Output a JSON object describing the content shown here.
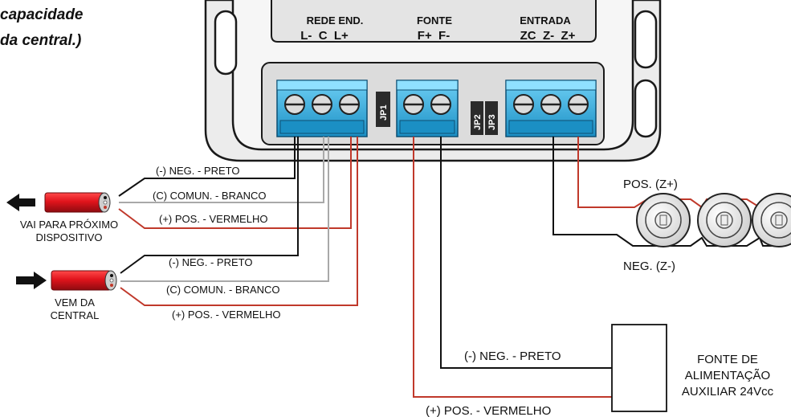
{
  "note": {
    "line1": "capacidade",
    "line2": "da central.)"
  },
  "panel": {
    "groups": [
      {
        "header": "REDE END.",
        "terminals": "L-  C  L+"
      },
      {
        "header": "FONTE",
        "terminals": "F+  F-"
      },
      {
        "header": "ENTRADA",
        "terminals": "ZC  Z-  Z+"
      }
    ],
    "jumpers": [
      "JP1",
      "JP2",
      "JP3"
    ]
  },
  "wires": {
    "out_neg": "(-) NEG. - PRETO",
    "out_com": "(C) COMUN. - BRANCO",
    "out_pos": "(+) POS. - VERMELHO",
    "in_neg": "(-) NEG. - PRETO",
    "in_com": "(C) COMUN. - BRANCO",
    "in_pos": "(+) POS. - VERMELHO",
    "psu_neg": "(-) NEG. - PRETO",
    "psu_pos": "(+) POS. - VERMELHO",
    "zone_pos": "POS. (Z+)",
    "zone_neg": "NEG. (Z-)"
  },
  "cables": {
    "out_line1": "VAI PARA PRÓXIMO",
    "out_line2": "DISPOSITIVO",
    "in_line1": "VEM DA",
    "in_line2": "CENTRAL"
  },
  "psu": {
    "line1": "FONTE DE",
    "line2": "ALIMENTAÇÃO",
    "line3": "AUXILIAR 24Vcc"
  },
  "colors": {
    "terminal_blue": "#2aa7dc",
    "cable_red": "#e0141c",
    "wire_red": "#c0392b",
    "wire_white": "#a9a9a9",
    "wire_black": "#111111"
  }
}
